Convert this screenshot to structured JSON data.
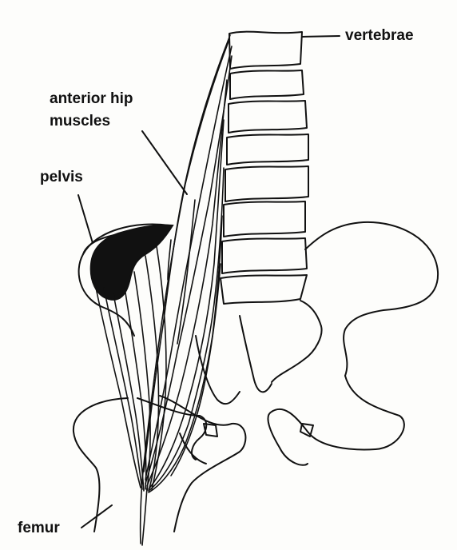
{
  "labels": {
    "vertebrae": "vertebrae",
    "anterior_hip": "anterior hip",
    "muscles": "muscles",
    "pelvis": "pelvis",
    "femur": "femur"
  },
  "colors": {
    "ink": "#111111",
    "background": "#fdfdfb"
  }
}
